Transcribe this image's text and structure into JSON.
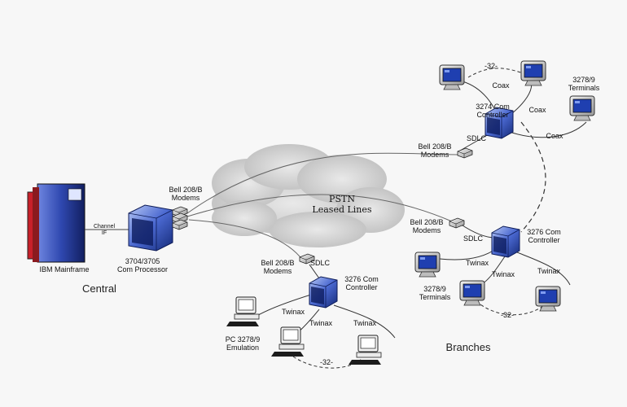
{
  "central": {
    "region_label": "Central",
    "mainframe_label": "IBM Mainframe",
    "channel_label": "Channel\nIF",
    "com_processor_label": "3704/3705\nCom Processor",
    "modems_label": "Bell 208/B\nModems"
  },
  "network": {
    "cloud_label": "PSTN\nLeased Lines"
  },
  "branches": {
    "region_label": "Branches",
    "top": {
      "controller_label": "3274 Com\nController",
      "modem_label": "Bell 208/B\nModems",
      "link_label": "SDLC",
      "terminals_label": "3278/9\nTerminals",
      "connection_labels": [
        "Coax",
        "Coax",
        "Coax"
      ],
      "count_label": "-32-"
    },
    "middle": {
      "controller_label": "3276 Com\nController",
      "modem_label": "Bell 208/B\nModems",
      "link_label": "SDLC",
      "terminals_label": "3278/9\nTerminals",
      "connection_labels": [
        "Twinax",
        "Twinax",
        "Twinax"
      ],
      "count_label": "-32-"
    }
  },
  "bottom_site": {
    "controller_label": "3276 Com\nController",
    "modem_label": "Bell 208/B\nModems",
    "link_label": "SDLC",
    "emulation_label": "PC 3278/9\nEmulation",
    "connection_labels": [
      "Twinax",
      "Twinax",
      "Twinax"
    ],
    "count_label": "-32-"
  },
  "colors": {
    "mainframe_red": "#c8202a",
    "mainframe_blue": "#2a3fa0",
    "device_blue": "#3a5bbf",
    "screen": "#1f3fb0",
    "cloud": "#c9c9c9"
  }
}
